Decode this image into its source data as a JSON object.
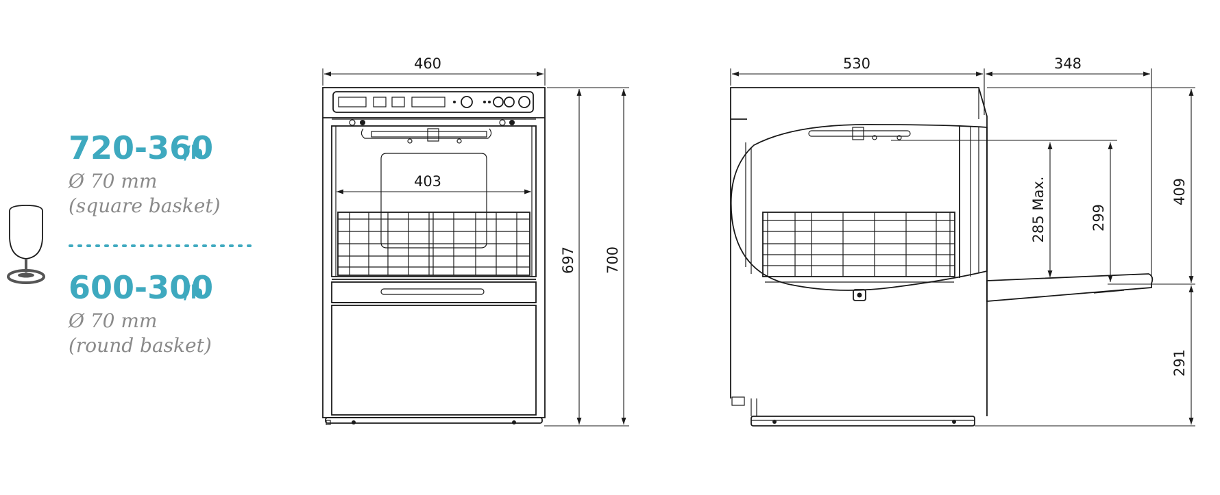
{
  "capacities": [
    {
      "rate": "720-360",
      "unit": "/h",
      "diameter": "Ø 70 mm",
      "basket": "(square basket)"
    },
    {
      "rate": "600-300",
      "unit": "/h",
      "diameter": "Ø 70 mm",
      "basket": "(round basket)"
    }
  ],
  "front_view": {
    "width": "460",
    "inner_width": "403",
    "height_body": "697",
    "height_total": "700"
  },
  "side_view": {
    "depth": "530",
    "door_open": "348",
    "max_height": "285 Max.",
    "clearance": "299",
    "opening_top": "409",
    "door_height": "291"
  },
  "colors": {
    "accent": "#3ea9bf",
    "caption_gray": "#8a8a8a",
    "line": "#1a1a1a"
  },
  "icons": [
    "wine-glass-icon"
  ]
}
